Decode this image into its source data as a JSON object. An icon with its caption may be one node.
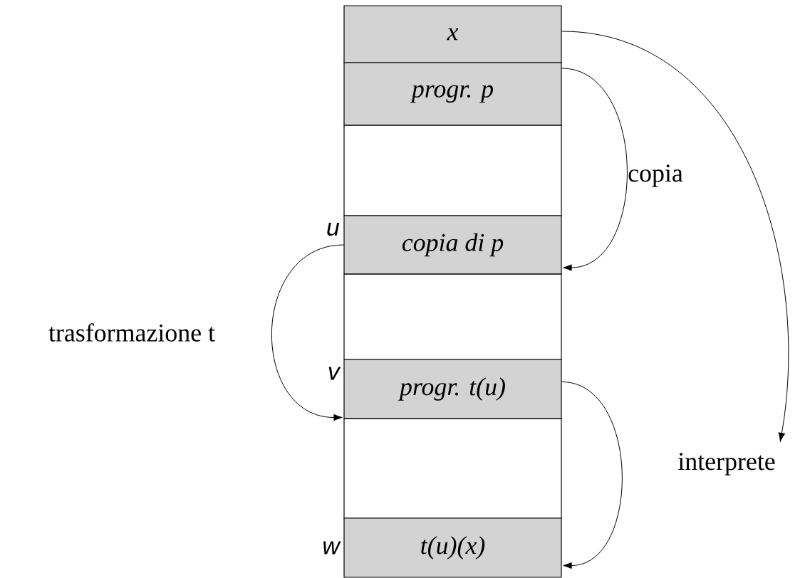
{
  "diagram": {
    "nodes": [
      {
        "text": [
          "*x*"
        ]
      },
      {
        "text": [
          "*progr. p*"
        ]
      },
      {
        "text": [],
        "shape": "box"
      },
      {
        "text": [
          "*copia di p*"
        ],
        "beside": [
          "*u*"
        ]
      },
      {
        "text": [],
        "shape": "box"
      },
      {
        "text": [
          "*progr. t(u)*"
        ],
        "beside": [
          "*v*"
        ]
      },
      {
        "text": [],
        "shape": "box"
      },
      {
        "text": [
          "*t(u)(x)*"
        ],
        "beside": [
          "*w*"
        ]
      }
    ],
    "edges": [
      {
        "from": 1,
        "to": 3,
        "arrow": "to",
        "label": "copia"
      },
      {
        "from": 3,
        "to": 5,
        "arrow": "to",
        "label": "trasformazione t"
      },
      {
        "from": 5,
        "to": 7,
        "arrow": "to",
        "label": "interprete"
      },
      {
        "from": 0,
        "to": null,
        "arrow": "to"
      }
    ]
  }
}
